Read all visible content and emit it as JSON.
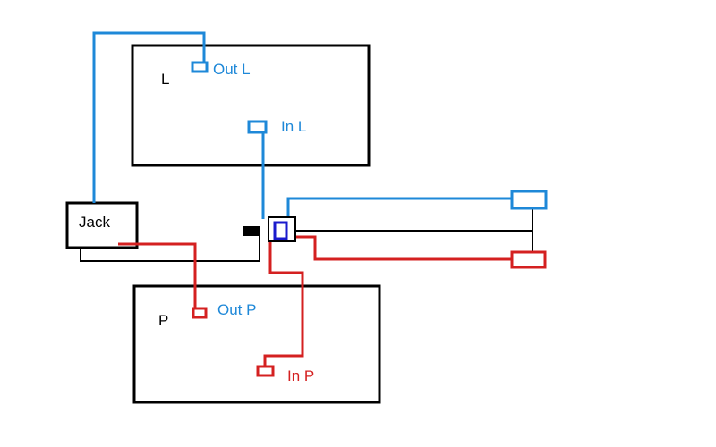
{
  "labels": {
    "l_box": "L",
    "p_box": "P",
    "jack": "Jack",
    "out_l": "Out L",
    "in_l": "In L",
    "out_p": "Out P",
    "in_p": "In P"
  },
  "colors": {
    "outline": "#000000",
    "left_channel_wire": "#1e88d8",
    "right_channel_wire": "#d42020",
    "ground_wire": "#000000",
    "switch_inner": "#1a1acc"
  }
}
